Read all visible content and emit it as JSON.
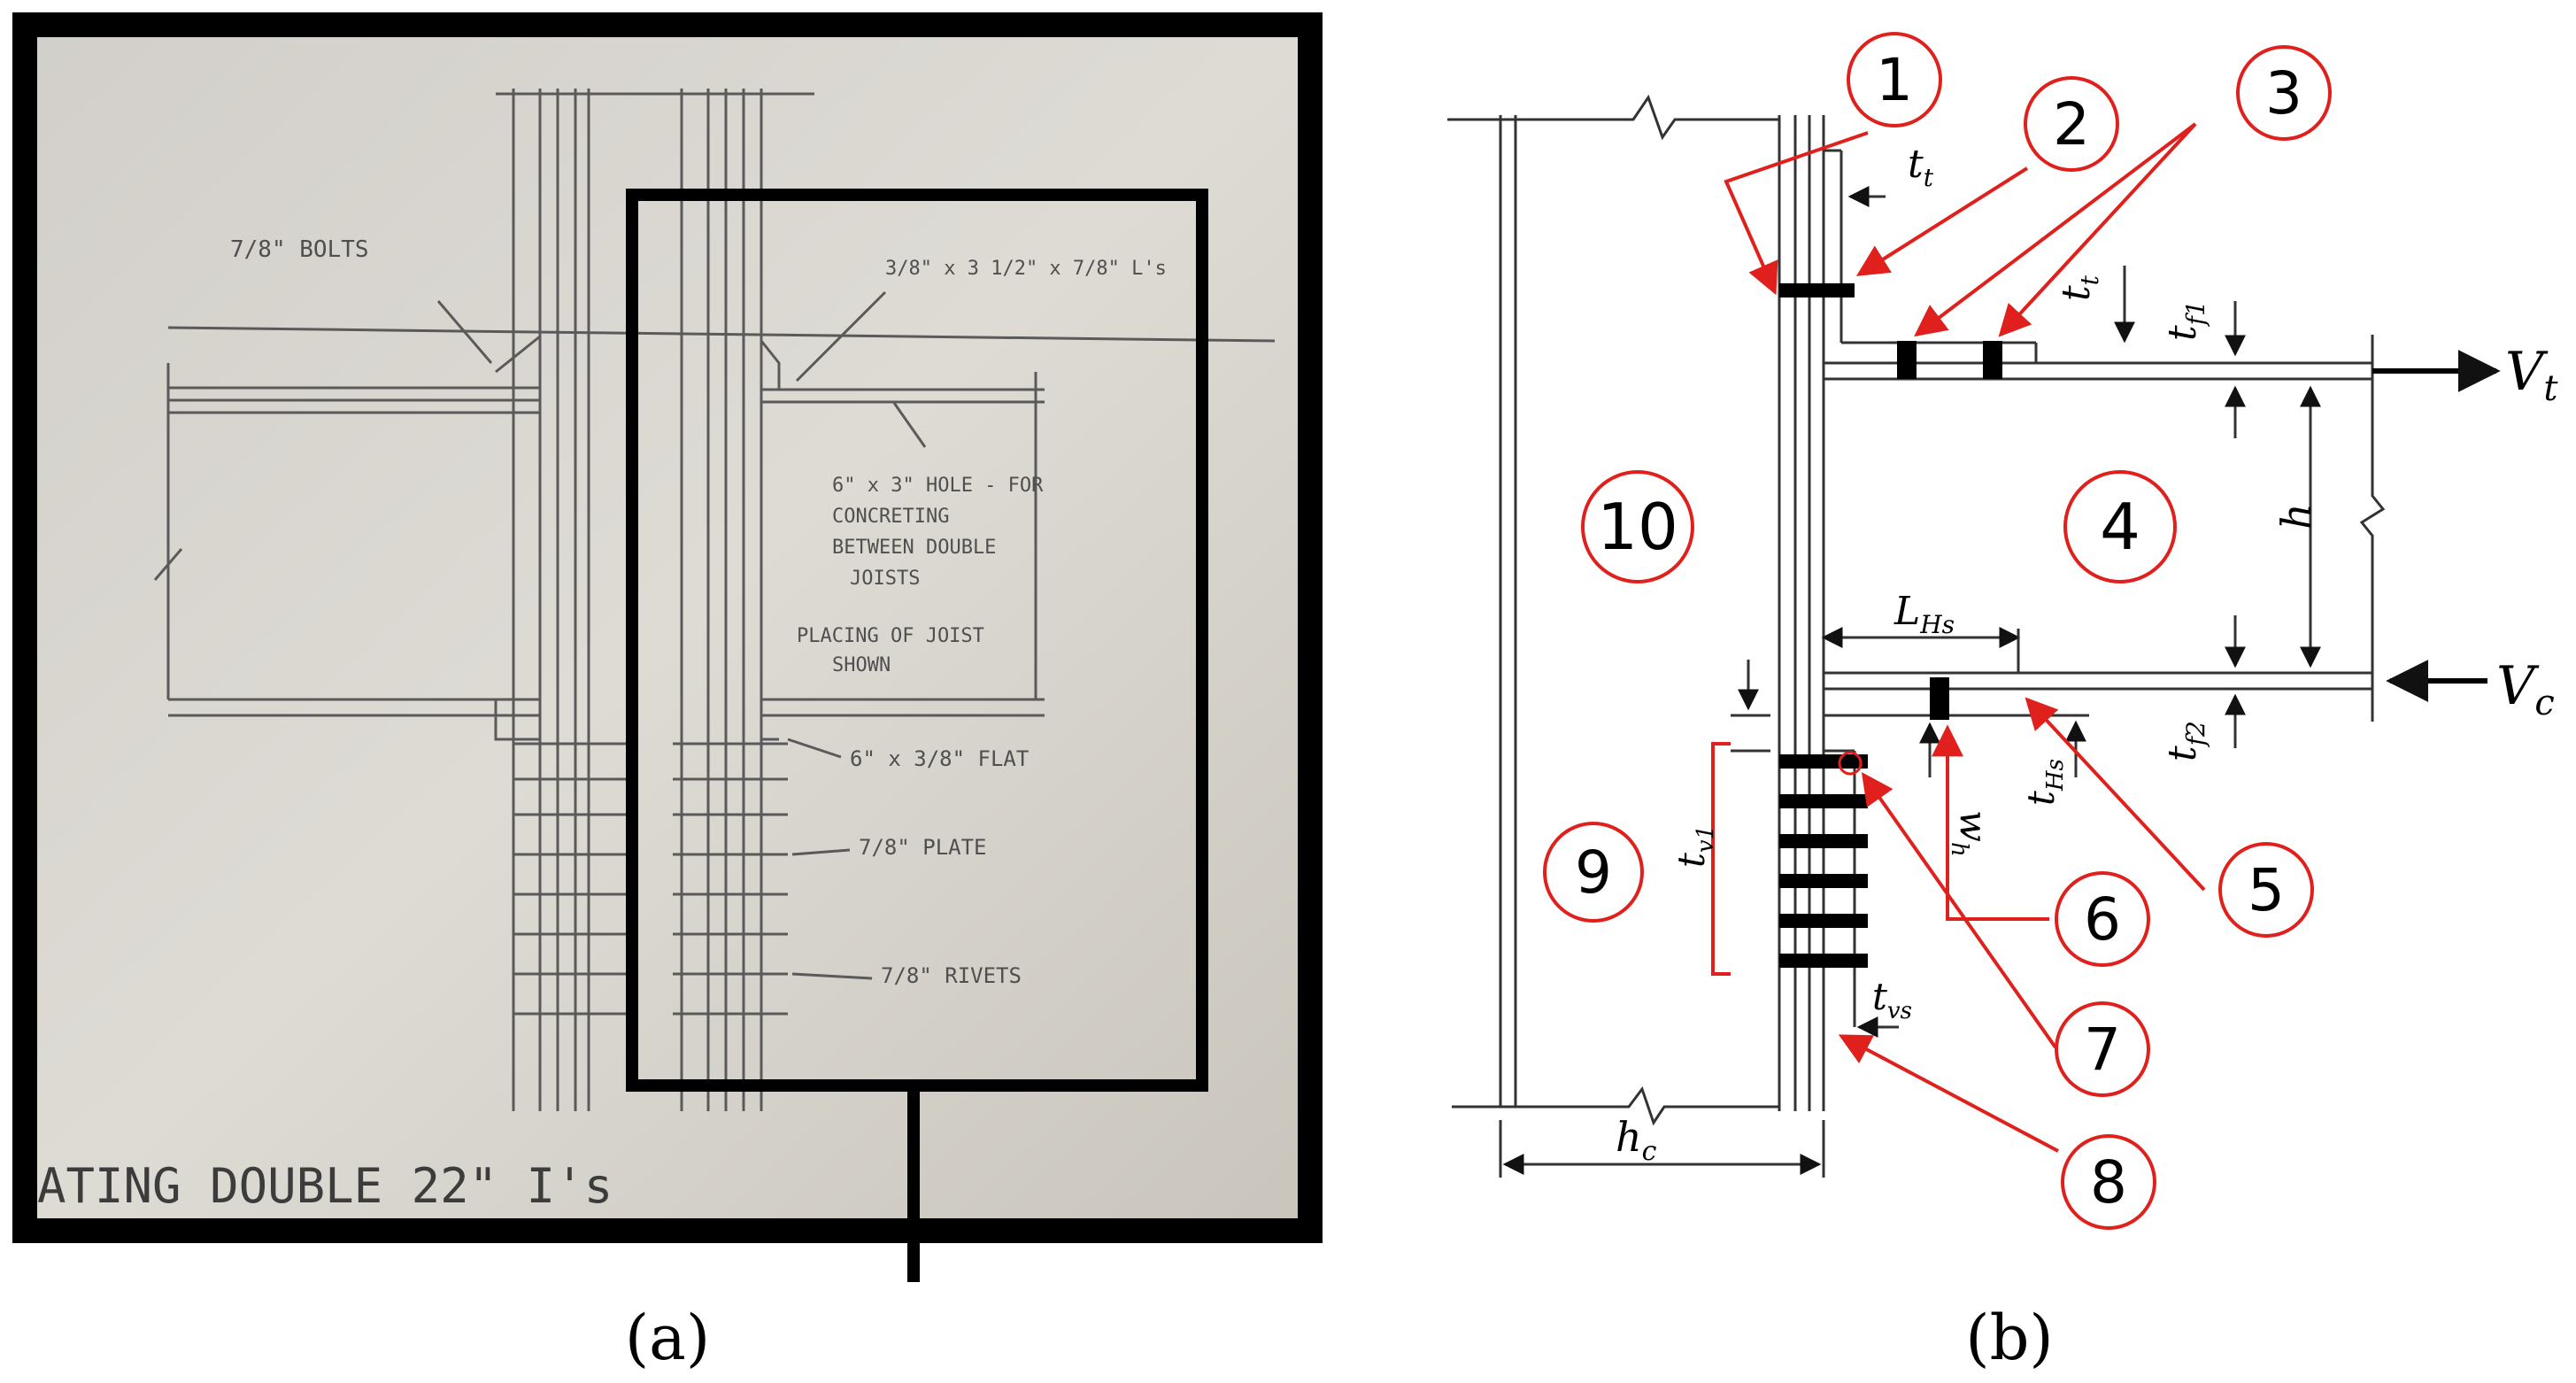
{
  "panel_a": {
    "caption": "(a)",
    "sketch_notes": {
      "bolts": "7/8\" BOLTS",
      "angles": "3/8\" x 3 1/2\" x 7/8\" L's",
      "hole_1": "6\" x 3\" HOLE - FOR",
      "hole_2": "CONCRETING",
      "hole_3": "BETWEEN DOUBLE",
      "hole_4": "JOISTS",
      "place_1": "PLACING OF JOIST",
      "place_2": "SHOWN",
      "flat": "6\" x 3/8\" FLAT",
      "plate": "7/8\" PLATE",
      "rivets": "7/8\" RIVETS",
      "bottom_title": "ATING   DOUBLE   22\" I's"
    }
  },
  "panel_b": {
    "caption": "(b)",
    "callouts": [
      "1",
      "2",
      "3",
      "4",
      "5",
      "6",
      "7",
      "8",
      "9",
      "10"
    ],
    "symbols": {
      "t_t": "t",
      "t_t_sub": "t",
      "t_f1": "t",
      "t_f1_sub": "f1",
      "t_f2": "t",
      "t_f2_sub": "f2",
      "h": "h",
      "L_Hs": "L",
      "L_Hs_sub": "Hs",
      "t_Hs": "t",
      "t_Hs_sub": "Hs",
      "w_h": "w",
      "w_h_sub": "h",
      "t_v1": "t",
      "t_v1_sub": "v1",
      "t_vs": "t",
      "t_vs_sub": "vs",
      "h_c": "h",
      "h_c_sub": "c",
      "V_t": "V",
      "V_t_sub": "t",
      "V_c": "V",
      "V_c_sub": "c"
    }
  },
  "colors": {
    "callout_red": "#e0201c",
    "ink": "#111111",
    "paper": "#d9d6d0"
  }
}
